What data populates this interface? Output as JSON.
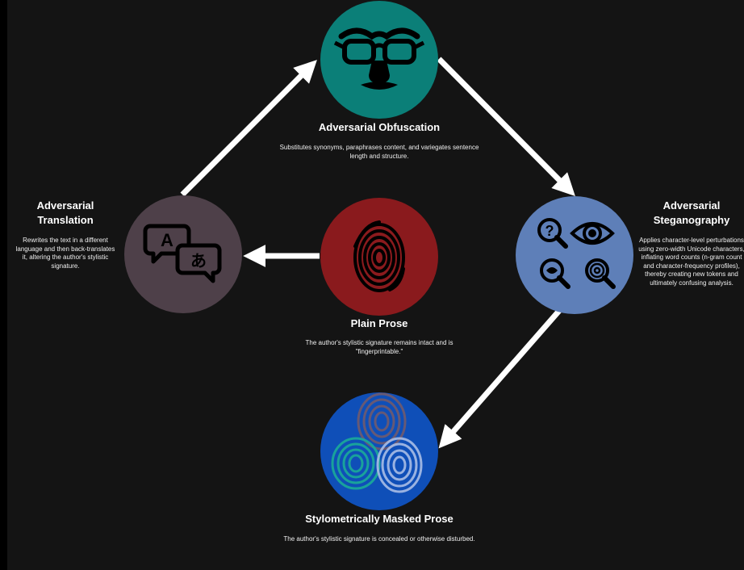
{
  "diagram": {
    "nodes": [
      {
        "id": "obfuscation",
        "title": "Adversarial Obfuscation",
        "description": "Substitutes synonyms, paraphrases content, and variegates sentence length and structure.",
        "color": "#0b7f78",
        "icon": "disguise-glasses-icon"
      },
      {
        "id": "translation",
        "title": "Adversarial\nTranslation",
        "description": "Rewrites the text in a different language and then back-translates it, altering the author's stylistic signature.",
        "color": "#4e4049",
        "icon": "translate-icon"
      },
      {
        "id": "plain",
        "title": "Plain Prose",
        "description": "The author's stylistic signature remains intact and is \"fingerprintable.\"",
        "color": "#8a1a1d",
        "icon": "fingerprint-icon"
      },
      {
        "id": "steganography",
        "title": "Adversarial\nSteganography",
        "description": "Applies character-level perturbations using zero-width Unicode characters, inflating word counts (n-gram count and character-frequency profiles), thereby creating new tokens and ultimately confusing analysis.",
        "color": "#5e7fb8",
        "icon": "magnifier-eye-icon"
      },
      {
        "id": "masked",
        "title": "Stylometrically Masked Prose",
        "description": "The author's stylistic signature is concealed or otherwise disturbed.",
        "color": "#0f4fb8",
        "icon": "overlapping-fingerprints-icon"
      }
    ],
    "translate_glyphs": {
      "latin": "A",
      "japanese": "あ"
    },
    "stego_glyph": "?",
    "arrow_color": "#ffffff",
    "background": "#141414"
  }
}
